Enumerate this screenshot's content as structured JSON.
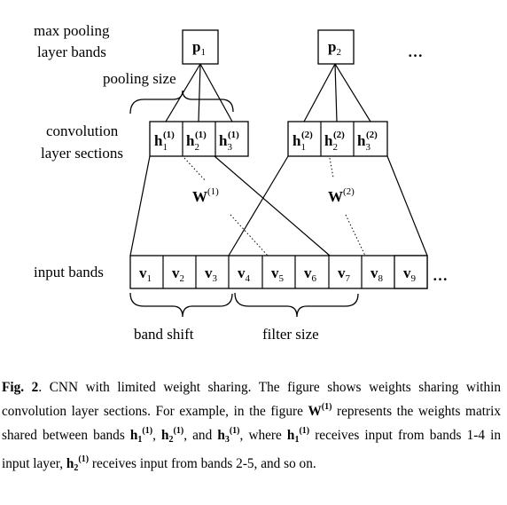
{
  "labels": {
    "pooling_bands": [
      "max pooling",
      "layer bands"
    ],
    "pooling_size": "pooling size",
    "conv_sections": [
      "convolution",
      "layer sections"
    ],
    "input_bands": "input bands",
    "band_shift": "band shift",
    "filter_size": "filter size",
    "ellipsis": "…"
  },
  "pool_nodes": [
    {
      "sym": "p",
      "sub": "1"
    },
    {
      "sym": "p",
      "sub": "2"
    }
  ],
  "conv_nodes": [
    {
      "sym": "h",
      "sub": "1",
      "sup": "(1)"
    },
    {
      "sym": "h",
      "sub": "2",
      "sup": "(1)"
    },
    {
      "sym": "h",
      "sub": "3",
      "sup": "(1)"
    },
    {
      "sym": "h",
      "sub": "1",
      "sup": "(2)"
    },
    {
      "sym": "h",
      "sub": "2",
      "sup": "(2)"
    },
    {
      "sym": "h",
      "sub": "3",
      "sup": "(2)"
    }
  ],
  "weights": [
    {
      "sym": "W",
      "sup": "(1)"
    },
    {
      "sym": "W",
      "sup": "(2)"
    }
  ],
  "input_nodes": [
    {
      "sym": "v",
      "sub": "1"
    },
    {
      "sym": "v",
      "sub": "2"
    },
    {
      "sym": "v",
      "sub": "3"
    },
    {
      "sym": "v",
      "sub": "4"
    },
    {
      "sym": "v",
      "sub": "5"
    },
    {
      "sym": "v",
      "sub": "6"
    },
    {
      "sym": "v",
      "sub": "7"
    },
    {
      "sym": "v",
      "sub": "8"
    },
    {
      "sym": "v",
      "sub": "9"
    }
  ],
  "caption": {
    "fig_label": "Fig. 2",
    "t1": ". CNN with limited weight sharing. The figure shows weights sharing within convolution layer sections. For example, in the figure ",
    "t2": " represents the weights matrix shared between bands ",
    "t3": ", ",
    "t4": ", and ",
    "t5": ", where ",
    "t6": " receives input from bands 1-4 in input layer, ",
    "t7": " receives input from bands 2-5, and so on.",
    "w": "W",
    "w_sup": "(1)",
    "h": "h",
    "sub1": "1",
    "sub2": "2",
    "sub3": "3",
    "sup1": "(1)"
  }
}
